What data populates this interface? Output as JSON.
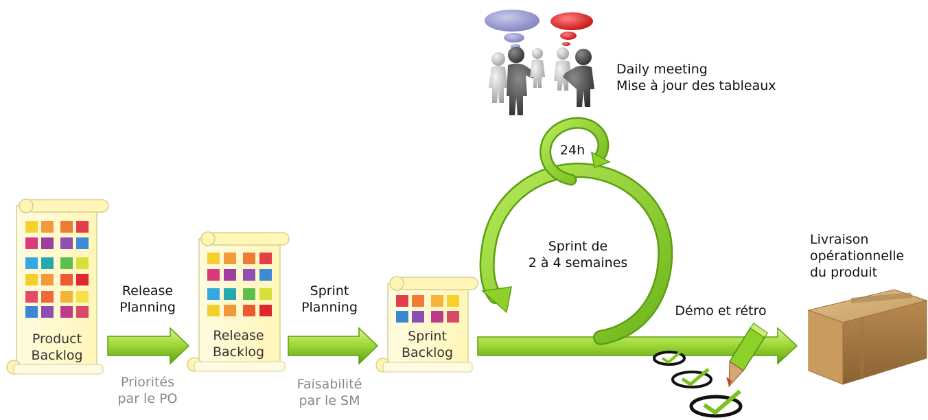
{
  "colors": {
    "arrow_light": "#c6ef6b",
    "arrow_mid": "#8fd12b",
    "arrow_dark": "#5a9e12",
    "scroll_paper": "#fffbd0",
    "scroll_edge": "#d9d39a",
    "bubble_blue": "#8e8fcf",
    "bubble_red": "#e22222",
    "box_brown": "#c49a62"
  },
  "scrolls": {
    "product": {
      "line1": "Product",
      "line2": "Backlog"
    },
    "release": {
      "line1": "Release",
      "line2": "Backlog"
    },
    "sprint": {
      "line1": "Sprint",
      "line2": "Backlog"
    }
  },
  "steps": {
    "release_planning": {
      "line1": "Release",
      "line2": "Planning",
      "note1": "Priorités",
      "note2": "par le PO"
    },
    "sprint_planning": {
      "line1": "Sprint",
      "line2": "Planning",
      "note1": "Faisabilité",
      "note2": "par le SM"
    }
  },
  "loop": {
    "daily_cycle": "24h",
    "sprint_line1": "Sprint de",
    "sprint_line2": "2 à 4 semaines"
  },
  "daily": {
    "line1": "Daily meeting",
    "line2": "Mise à jour des tableaux"
  },
  "demo": "Démo et rétro",
  "delivery": {
    "line1": "Livraison",
    "line2": "opérationnelle",
    "line3": "du produit"
  },
  "icons": [
    "scroll-icon",
    "sticky-note-icon",
    "people-meeting-icon",
    "thought-bubble-icon",
    "pencil-icon",
    "checkmark-icon",
    "cardboard-box-icon",
    "loop-arrow-icon"
  ]
}
